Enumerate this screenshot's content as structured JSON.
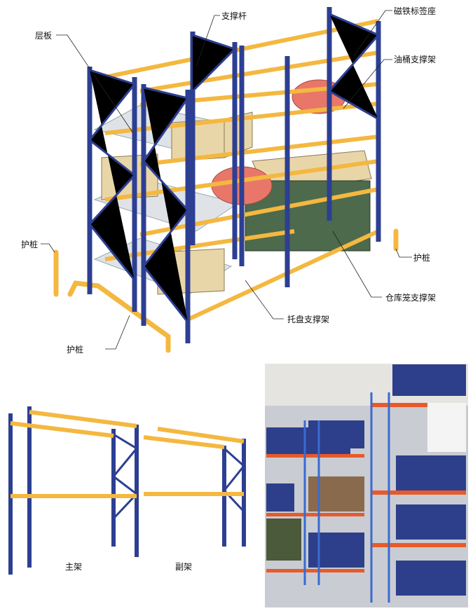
{
  "callouts": {
    "support_bar": "支撑杆",
    "magnetic_label_holder": "磁铁标签座",
    "shelf_board": "层板",
    "drum_support": "油桶支撑架",
    "guard_post_left": "护桩",
    "guard_post_right": "护桩",
    "guard_post_bottom": "护桩",
    "cage_support": "仓库笼支撑架",
    "pallet_support": "托盘支撑架"
  },
  "frames": {
    "main_frame": "主架",
    "sub_frame": "副架"
  },
  "colors": {
    "upright": "#2d3f92",
    "beam": "#f4b840",
    "drum": "#e8776a",
    "box": "#e9d6a8",
    "cage": "#4d6a4c"
  }
}
